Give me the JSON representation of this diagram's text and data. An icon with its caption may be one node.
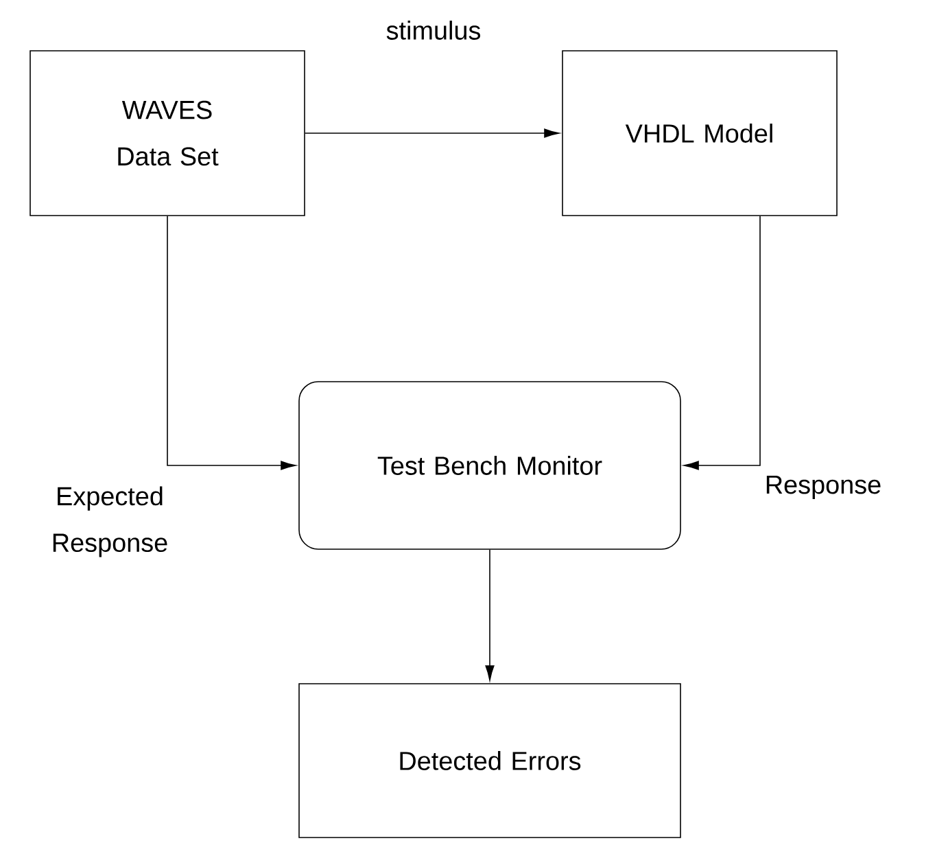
{
  "diagram": {
    "nodes": [
      {
        "text": [
          "WAVES Data Set"
        ]
      },
      {
        "text": [
          "VHDL Model"
        ]
      },
      {
        "text": [
          "Test Bench Monitor"
        ]
      },
      {
        "text": [
          "Detected Errors"
        ]
      }
    ],
    "edges": [
      {
        "from": 0,
        "to": 1,
        "arrow": "to",
        "label": "stimulus"
      },
      {
        "from": 0,
        "to": 2,
        "arrow": "to",
        "label": "Expected Response"
      },
      {
        "from": 1,
        "to": 2,
        "arrow": "to",
        "label": "Response"
      },
      {
        "from": 2,
        "to": 3,
        "arrow": "to"
      }
    ]
  }
}
